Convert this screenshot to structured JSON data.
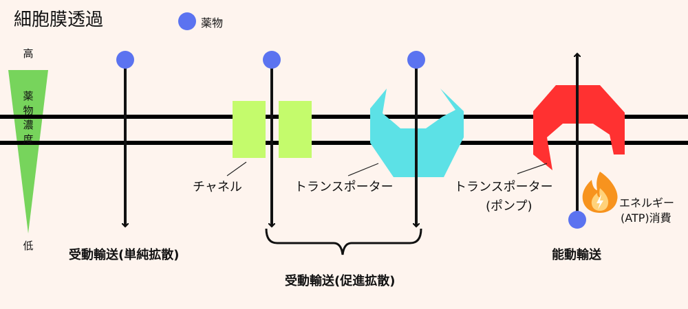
{
  "title": "細胞膜透過",
  "legend": {
    "label": "薬物",
    "color": "#5B73F0"
  },
  "concentration": {
    "high": "高",
    "axis_label": [
      "薬",
      "物",
      "濃",
      "度"
    ],
    "low": "低",
    "color": "#77D45C"
  },
  "labels": {
    "channel": "チャネル",
    "transporter": "トランスポーター",
    "pump_transporter": "トランスポーター",
    "pump_sub": "(ポンプ)",
    "energy_line1": "エネルギー",
    "energy_line2": "(ATP)消費"
  },
  "categories": {
    "simple": "受動輸送(単純拡散)",
    "facilitated": "受動輸送(促進拡散)",
    "active": "能動輸送"
  },
  "colors": {
    "background": "#FEF4EE",
    "channel": "#C4FB6C",
    "transporter": "#5CE1E6",
    "pump": "#FF3131",
    "energy": "#F7931E"
  }
}
